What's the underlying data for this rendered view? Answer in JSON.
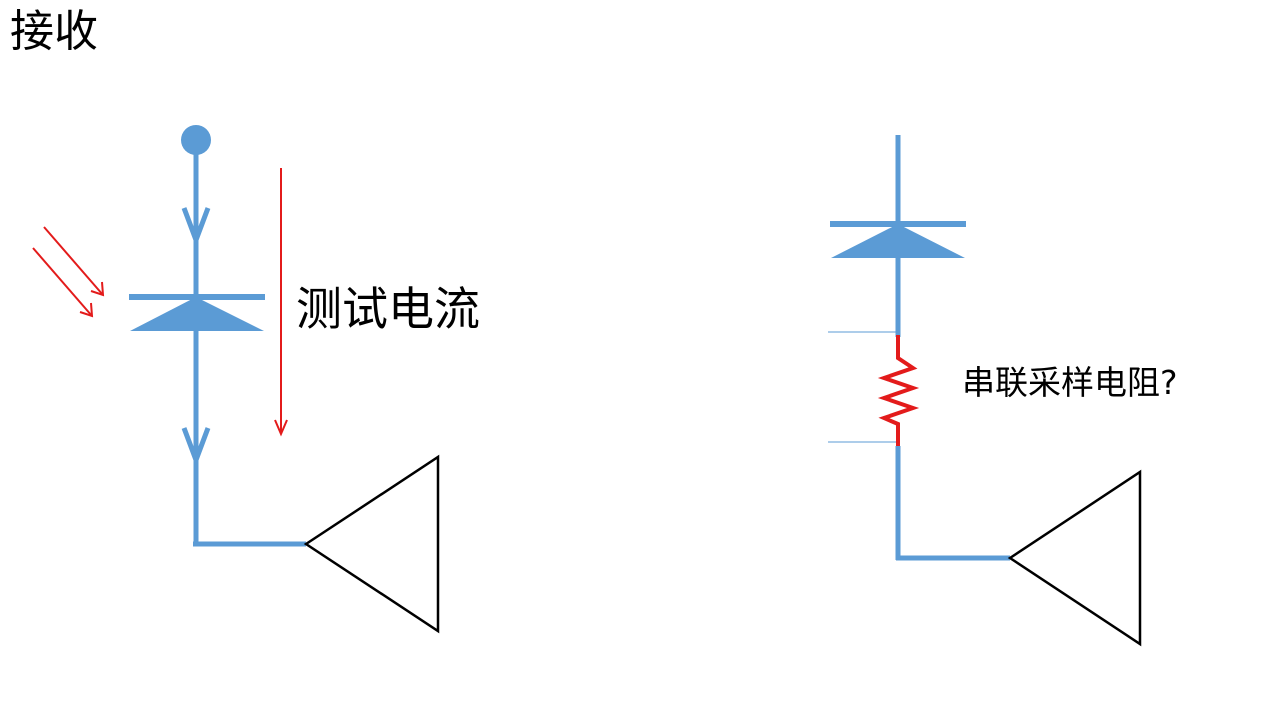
{
  "title": "接收",
  "left_circuit": {
    "current_label": "测试电流"
  },
  "right_circuit": {
    "resistor_label": "串联采样电阻?"
  },
  "colors": {
    "wire": "#5b9bd5",
    "highlight": "#e31b1b",
    "outline": "#000000"
  }
}
